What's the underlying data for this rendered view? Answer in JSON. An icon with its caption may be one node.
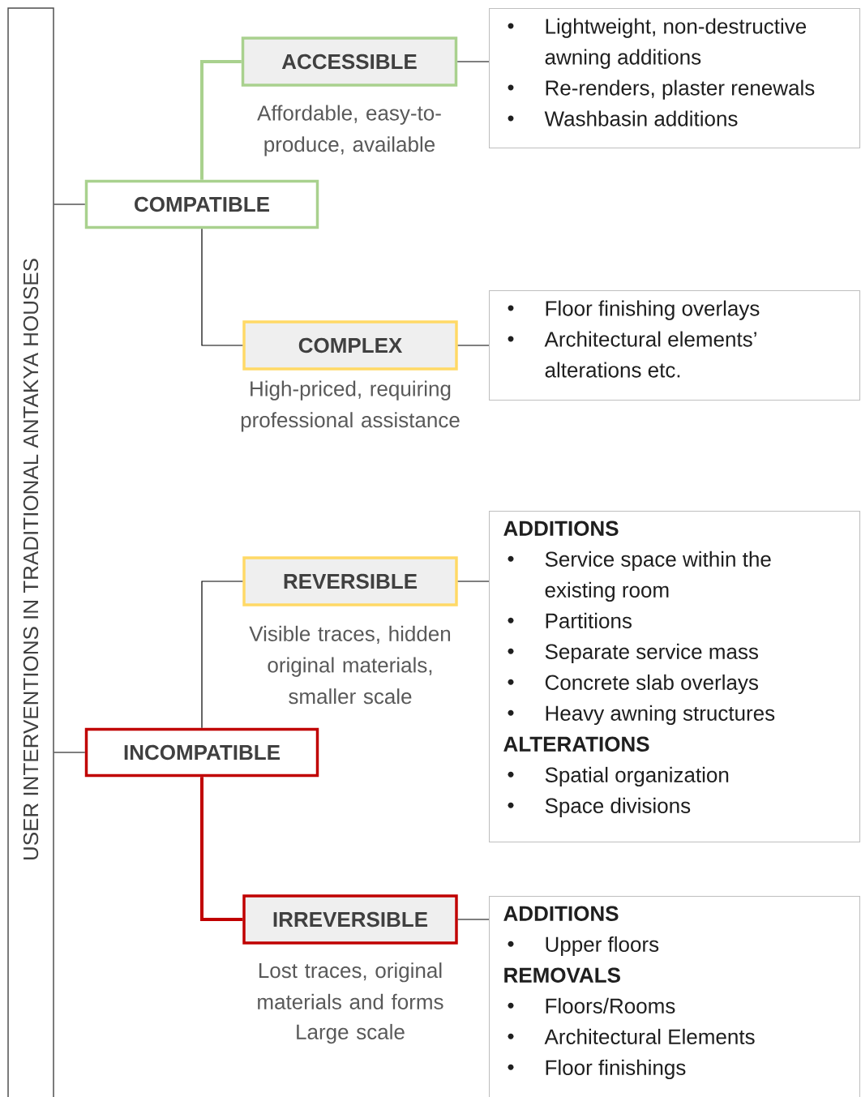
{
  "diagram": {
    "nodes": [
      {
        "text": [
          "USER INTERVENTIONS IN TRADITIONAL ANTAKYA HOUSES"
        ]
      },
      {
        "text": [
          "COMPATIBLE"
        ]
      },
      {
        "text": [
          "ACCESSIBLE"
        ],
        "beside": [
          "Affordable, easy-to-produce, available"
        ]
      },
      {
        "text": [
          "Lightweight, non-destructive awning additions",
          "Re-renders, plaster renewals",
          "Washbasin additions"
        ]
      },
      {
        "text": [
          "COMPLEX"
        ],
        "beside": [
          "High-priced, requiring professional assistance"
        ]
      },
      {
        "text": [
          "Floor finishing overlays",
          "Architectural elements’ alterations etc."
        ]
      },
      {
        "text": [
          "INCOMPATIBLE"
        ]
      },
      {
        "text": [
          "REVERSIBLE"
        ],
        "beside": [
          "Visible traces, hidden original materials, smaller scale"
        ]
      },
      {
        "text": [
          "ADDITIONS",
          "Service space within the existing room",
          "Partitions",
          "Separate service mass",
          "Concrete slab overlays",
          "Heavy awning structures",
          "ALTERATIONS",
          "Spatial organization",
          "Space divisions"
        ]
      },
      {
        "text": [
          "IRREVERSIBLE"
        ],
        "beside": [
          "Lost traces, original materials and forms",
          "Large scale"
        ]
      },
      {
        "text": [
          "ADDITIONS",
          "Upper floors",
          "REMOVALS",
          "Floors/Rooms",
          "Architectural Elements",
          "Floor finishings"
        ]
      }
    ],
    "edges": [
      {
        "from": 0,
        "to": 1,
        "arrow": "none"
      },
      {
        "from": 0,
        "to": 6,
        "arrow": "none"
      },
      {
        "from": 1,
        "to": 2,
        "arrow": "none",
        "style": "thick",
        "color": "#a9d18e"
      },
      {
        "from": 1,
        "to": 4,
        "arrow": "none"
      },
      {
        "from": 2,
        "to": 3,
        "arrow": "none"
      },
      {
        "from": 4,
        "to": 5,
        "arrow": "none"
      },
      {
        "from": 6,
        "to": 7,
        "arrow": "none"
      },
      {
        "from": 6,
        "to": 9,
        "arrow": "none",
        "style": "thick",
        "color": "#c00000"
      },
      {
        "from": 7,
        "to": 8,
        "arrow": "none"
      },
      {
        "from": 9,
        "to": 10,
        "arrow": "none"
      }
    ]
  }
}
